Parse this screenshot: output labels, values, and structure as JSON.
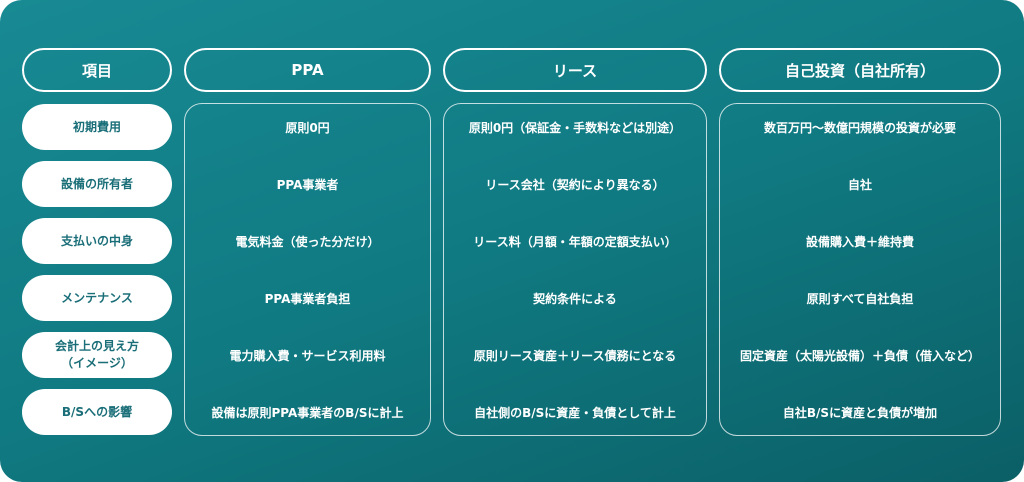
{
  "headers": {
    "item": "項目",
    "ppa": "PPA",
    "lease": "リース",
    "self": "自己投資（自社所有）"
  },
  "rows": [
    {
      "label": "初期費用",
      "ppa": "原則0円",
      "lease": "原則0円（保証金・手数料などは別途）",
      "self": "数百万円〜数億円規模の投資が必要"
    },
    {
      "label": "設備の所有者",
      "ppa": "PPA事業者",
      "lease": "リース会社（契約により異なる）",
      "self": "自社"
    },
    {
      "label": "支払いの中身",
      "ppa": "電気料金（使った分だけ）",
      "lease": "リース料（月額・年額の定額支払い）",
      "self": "設備購入費＋維持費"
    },
    {
      "label": "メンテナンス",
      "ppa": "PPA事業者負担",
      "lease": "契約条件による",
      "self": "原則すべて自社負担"
    },
    {
      "label": "会計上の見え方\n（イメージ）",
      "ppa": "電力購入費・サービス利用料",
      "lease": "原則リース資産＋リース債務にとなる",
      "self": "固定資産（太陽光設備）＋負債（借入など）"
    },
    {
      "label": "B/Sへの影響",
      "ppa": "設備は原則PPA事業者のB/Sに計上",
      "lease": "自社側のB/Sに資産・負債として計上",
      "self": "自社B/Sに資産と負債が増加"
    }
  ]
}
